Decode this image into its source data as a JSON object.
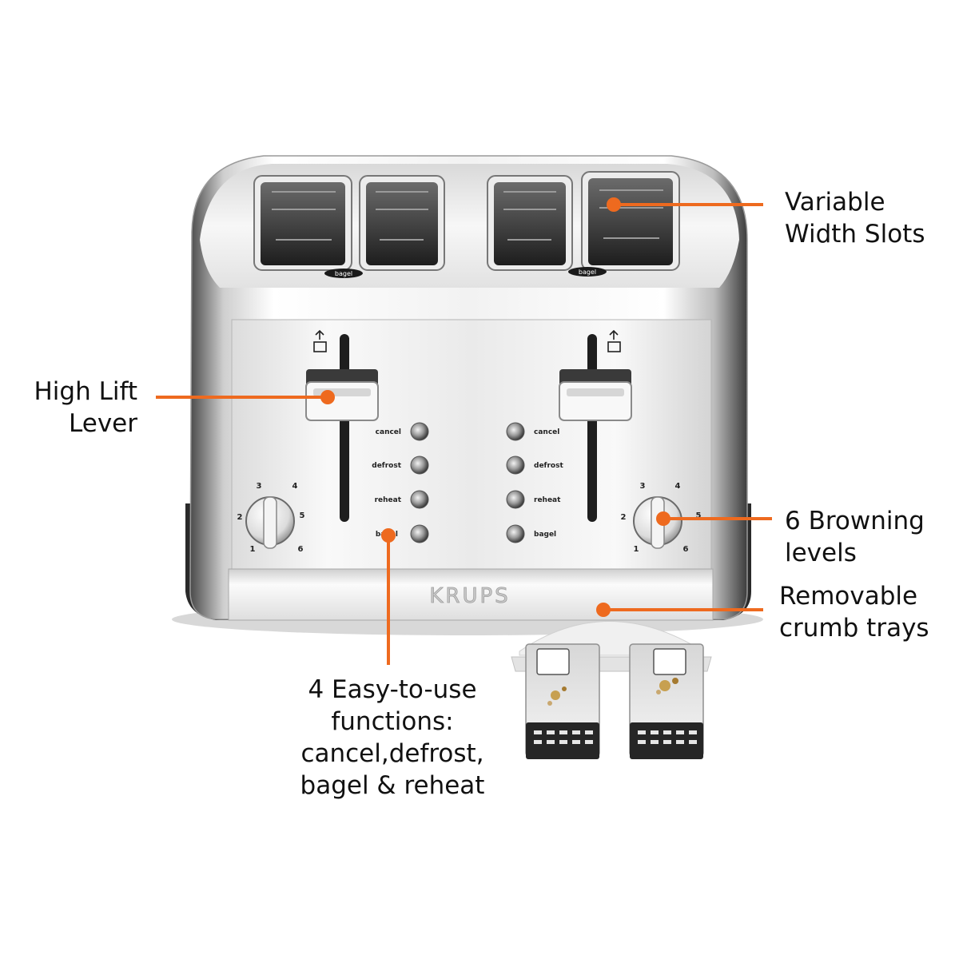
{
  "brand": "KRUPS",
  "accent_color": "#ee6a1f",
  "slot_labels": [
    "bagel",
    "bagel"
  ],
  "left_panel": {
    "buttons": [
      "cancel",
      "defrost",
      "reheat",
      "bagel"
    ],
    "dial_numbers": [
      "1",
      "2",
      "3",
      "4",
      "5",
      "6"
    ]
  },
  "right_panel": {
    "buttons": [
      "cancel",
      "defrost",
      "reheat",
      "bagel"
    ],
    "dial_numbers": [
      "1",
      "2",
      "3",
      "4",
      "5",
      "6"
    ]
  },
  "callouts": {
    "slots": [
      "Variable",
      "Width Slots"
    ],
    "lever": [
      "High Lift",
      "Lever"
    ],
    "browning": [
      "6 Browning",
      "levels"
    ],
    "crumb": [
      "Removable",
      "crumb trays"
    ],
    "functions": [
      "4 Easy-to-use",
      "functions:",
      "cancel,defrost,",
      "bagel & reheat"
    ]
  },
  "icons": [
    "lift-icon",
    "lift-icon"
  ]
}
